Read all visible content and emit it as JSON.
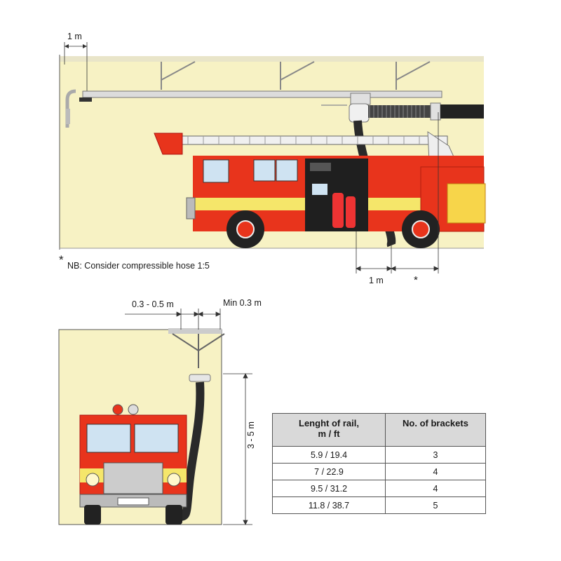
{
  "top_diagram": {
    "dim_left": "1 m",
    "dim_bottom": "1 m",
    "dim_bottom_marker": "*",
    "note_marker": "*",
    "note": "NB: Consider compressible hose 1:5"
  },
  "bottom_diagram": {
    "dim_offset": "0.3 - 0.5 m",
    "dim_min": "Min 0.3 m",
    "dim_height": "3 - 5 m"
  },
  "table": {
    "headers": [
      "Lenght of rail,\nm / ft",
      "No. of brackets"
    ],
    "rows": [
      [
        "5.9 / 19.4",
        "3"
      ],
      [
        "7 / 22.9",
        "4"
      ],
      [
        "9.5 / 31.2",
        "4"
      ],
      [
        "11.8 / 38.7",
        "5"
      ]
    ]
  },
  "colors": {
    "wall": "#f7f2c4",
    "truck_red": "#e8341c",
    "truck_yellow": "#f5e66a",
    "hose": "#2a2a2a",
    "rail": "#dcdcdc"
  }
}
